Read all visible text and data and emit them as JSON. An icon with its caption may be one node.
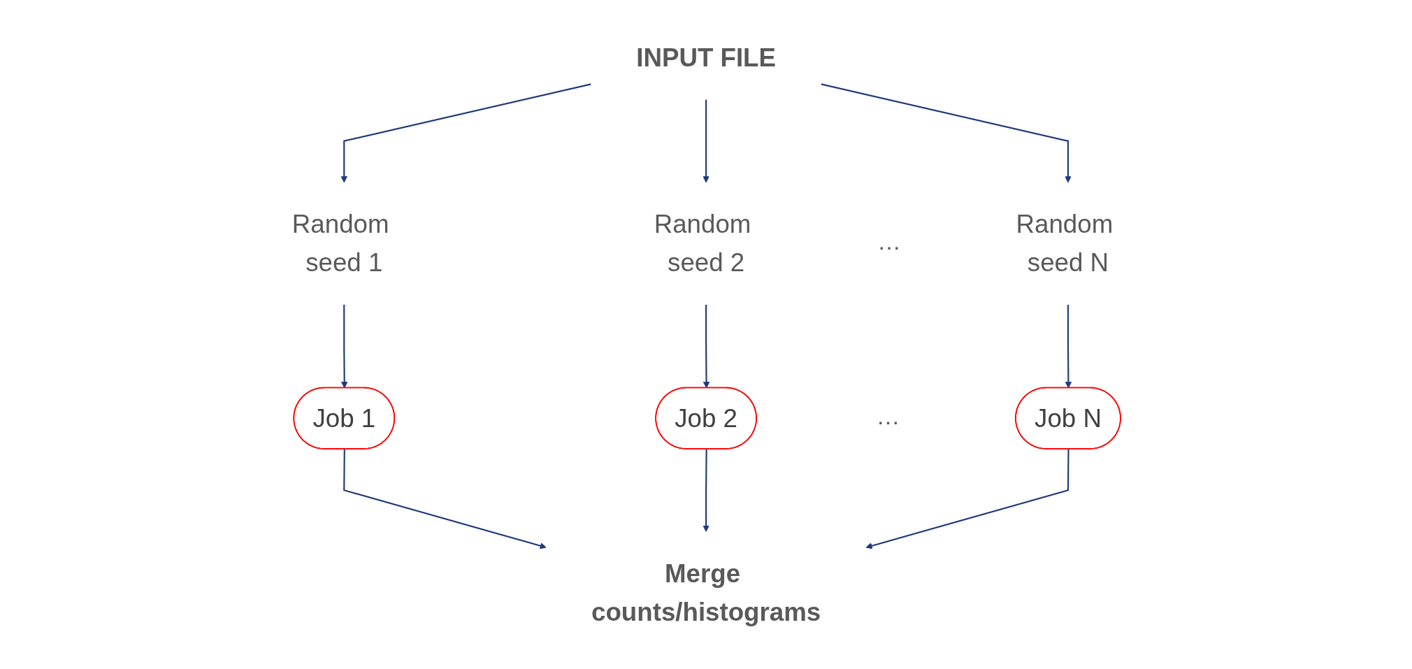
{
  "diagram": {
    "nodes": [
      {
        "text": [
          "INPUT FILE"
        ]
      },
      {
        "text": [
          "Random seed 1"
        ]
      },
      {
        "text": [
          "Random seed 2"
        ]
      },
      {
        "text": [
          "Random seed N"
        ]
      },
      {
        "text": [
          "Job 1"
        ]
      },
      {
        "text": [
          "Job 2"
        ]
      },
      {
        "text": [
          "Job N"
        ]
      },
      {
        "text": [
          "Merge counts/histograms"
        ]
      }
    ],
    "edges": [
      {
        "from": 0,
        "to": 1,
        "arrow": "to"
      },
      {
        "from": 0,
        "to": 2,
        "arrow": "to"
      },
      {
        "from": 0,
        "to": 3,
        "arrow": "to"
      },
      {
        "from": 1,
        "to": 4,
        "arrow": "to"
      },
      {
        "from": 2,
        "to": 5,
        "arrow": "to"
      },
      {
        "from": 3,
        "to": 6,
        "arrow": "to"
      },
      {
        "from": 4,
        "to": 7,
        "arrow": "to"
      },
      {
        "from": 5,
        "to": 7,
        "arrow": "to"
      },
      {
        "from": 6,
        "to": 7,
        "arrow": "to"
      }
    ],
    "labels": [
      "…",
      "…"
    ]
  }
}
